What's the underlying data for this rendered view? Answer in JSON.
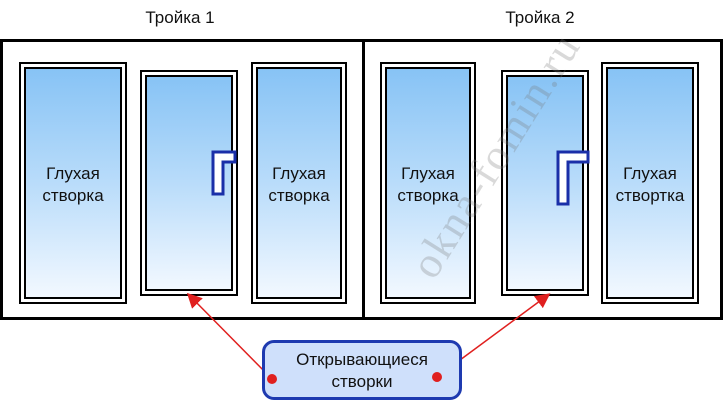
{
  "titles": {
    "left": "Тройка 1",
    "right": "Тройка 2"
  },
  "panes": {
    "l1": {
      "line1": "Глухая",
      "line2": "створка"
    },
    "l3": {
      "line1": "Глухая",
      "line2": "створка"
    },
    "r1": {
      "line1": "Глухая",
      "line2": "створка"
    },
    "r3": {
      "line1": "Глухая",
      "line2": "створтка"
    }
  },
  "callout": {
    "line1": "Открывающиеся",
    "line2": "створки"
  },
  "watermark": "okna-fomin.ru",
  "colors": {
    "callout_border": "#1e3ab0",
    "callout_fill": "#cfe0fb",
    "arrow": "#e0201f",
    "handle": "#1a2fa8",
    "glass_top": "#87c3f5",
    "glass_bottom": "#f2f8ff"
  }
}
